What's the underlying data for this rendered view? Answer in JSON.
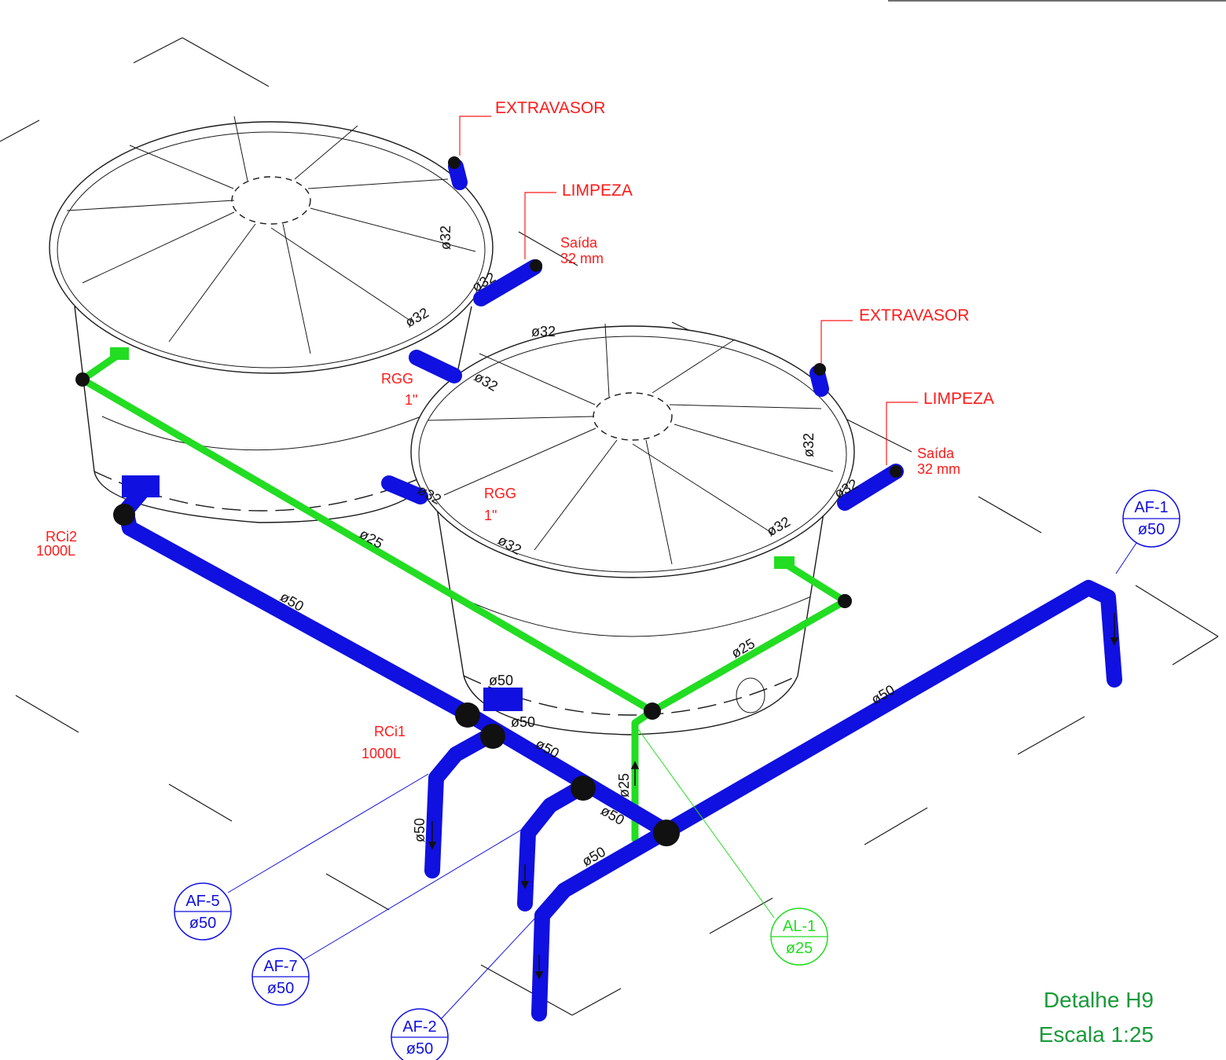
{
  "colors": {
    "annotation_red": "#ff1a1a",
    "water_pipe": "#1010e0",
    "green_pipe": "#22dd22",
    "tag_blue": "#1010e0",
    "title_green": "#1a9a3a",
    "line": "#1a1a1a"
  },
  "labels": {
    "extravasor": "EXTRAVASOR",
    "limpeza": "LIMPEZA",
    "saida_1": "Saída",
    "saida_2": "32 mm",
    "rgg": "RGG",
    "rgg_size": "1\"",
    "rci1_name": "RCi1",
    "rci2_name": "RCi2",
    "capacity": "1000L"
  },
  "dims": {
    "d32": "ø32",
    "d25": "ø25",
    "d50": "ø50"
  },
  "tags": {
    "af1": {
      "id": "AF-1",
      "dia": "ø50"
    },
    "af5": {
      "id": "AF-5",
      "dia": "ø50"
    },
    "af7": {
      "id": "AF-7",
      "dia": "ø50"
    },
    "af2": {
      "id": "AF-2",
      "dia": "ø50"
    },
    "al1": {
      "id": "AL-1",
      "dia": "ø25"
    }
  },
  "title": {
    "line1": "Detalhe H9",
    "line2": "Escala 1:25"
  }
}
